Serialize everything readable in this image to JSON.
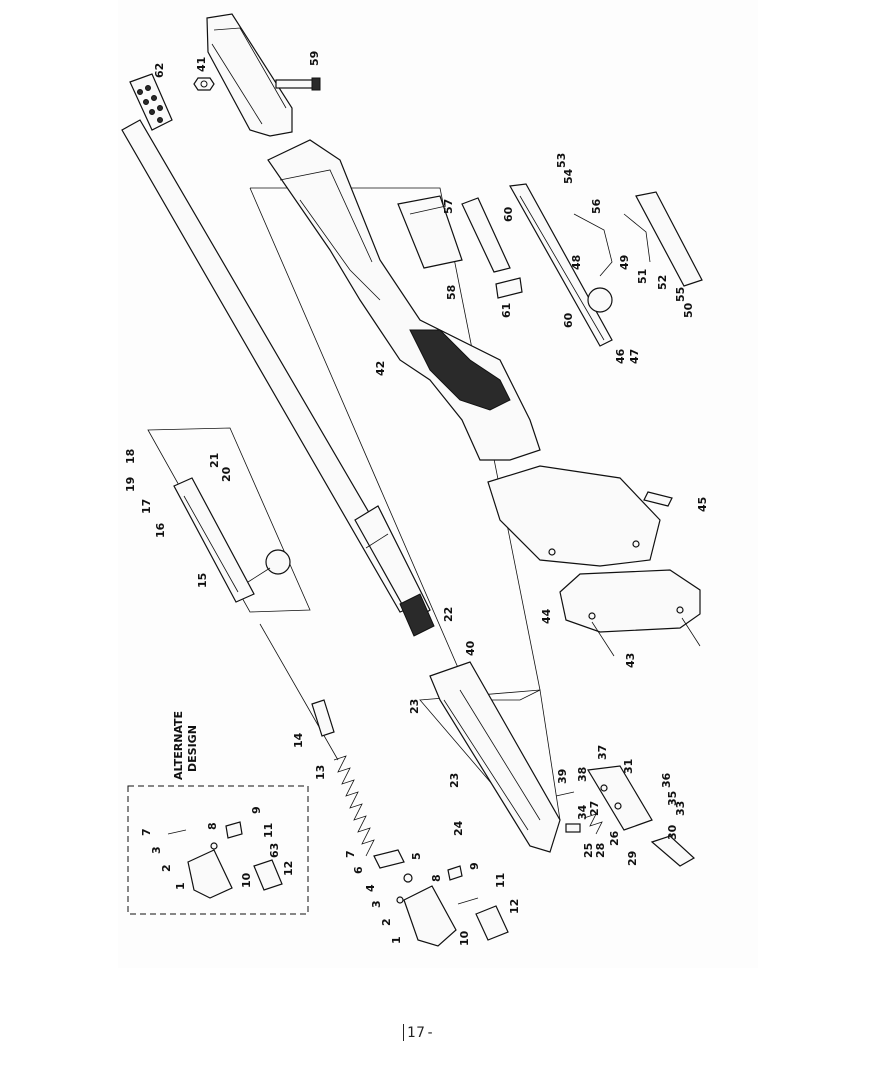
{
  "diagram": {
    "alternate_label_line1": "ALTERNATE",
    "alternate_label_line2": "DESIGN",
    "callouts": [
      "62",
      "41",
      "59",
      "53",
      "54",
      "57",
      "60",
      "56",
      "58",
      "48",
      "49",
      "51",
      "61",
      "52",
      "55",
      "50",
      "60",
      "46",
      "47",
      "42",
      "45",
      "18",
      "19",
      "21",
      "20",
      "17",
      "16",
      "15",
      "22",
      "44",
      "43",
      "40",
      "23",
      "14",
      "13",
      "23",
      "39",
      "38",
      "37",
      "31",
      "36",
      "24",
      "34",
      "27",
      "35",
      "33",
      "25",
      "28",
      "26",
      "29",
      "30",
      "7",
      "8",
      "9",
      "3",
      "2",
      "11",
      "63",
      "1",
      "10",
      "12",
      "7",
      "6",
      "5",
      "4",
      "8",
      "9",
      "3",
      "11",
      "2",
      "10",
      "12",
      "1"
    ]
  },
  "footer": {
    "page_number": "17-"
  }
}
